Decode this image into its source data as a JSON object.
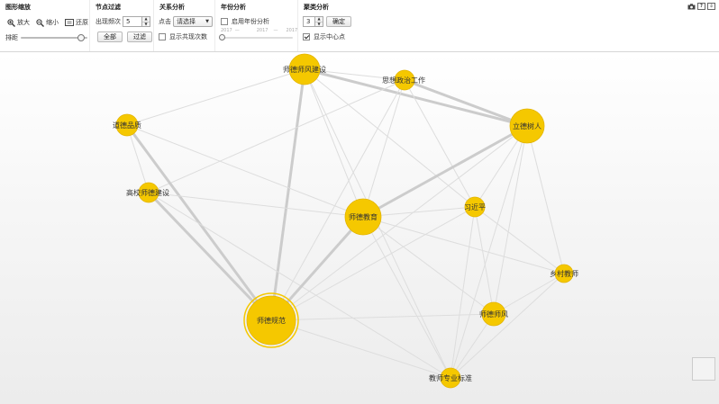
{
  "toolbar": {
    "zoom": {
      "title": "图形缩放",
      "zoom_in": "放大",
      "zoom_out": "缩小",
      "reset": "还原",
      "spacing_label": "排距",
      "spacing_level": 0.95
    },
    "node_filter": {
      "title": "节点过滤",
      "freq_label": "出现频次",
      "freq_value": "5",
      "all_button": "全部",
      "filter_button": "过滤"
    },
    "relation": {
      "title": "关系分析",
      "point_label": "点击",
      "select_value": "请选择",
      "show_count_label": "显示共现次数",
      "show_count_checked": false
    },
    "year": {
      "title": "年份分析",
      "enable_label": "启用年份分析",
      "enable_checked": false,
      "year_start": "2017",
      "year_mid": "2017",
      "year_end": "2017"
    },
    "cluster": {
      "title": "聚类分析",
      "cluster_value": "3",
      "confirm_button": "确定",
      "show_center_label": "显示中心点",
      "show_center_checked": true
    },
    "icons": [
      "camera-icon",
      "help-icon",
      "export-icon"
    ]
  },
  "graph": {
    "node_color": "#f5c800",
    "node_stroke": "#e3b400",
    "edge_color": "#cfcfcf",
    "nodes": [
      {
        "id": "n1",
        "label": "师德师风建设"
      },
      {
        "id": "n2",
        "label": "思想政治工作"
      },
      {
        "id": "n3",
        "label": "立德树人"
      },
      {
        "id": "n4",
        "label": "道德品质"
      },
      {
        "id": "n5",
        "label": "高校师德建设"
      },
      {
        "id": "n6",
        "label": "师德教育"
      },
      {
        "id": "n7",
        "label": "习近平"
      },
      {
        "id": "n8",
        "label": "乡村教师"
      },
      {
        "id": "n9",
        "label": "师德规范"
      },
      {
        "id": "n10",
        "label": "师德师风"
      },
      {
        "id": "n11",
        "label": "教师专业标准"
      }
    ],
    "edges": [
      [
        "n1",
        "n2"
      ],
      [
        "n1",
        "n3"
      ],
      [
        "n1",
        "n9"
      ],
      [
        "n1",
        "n6"
      ],
      [
        "n1",
        "n7"
      ],
      [
        "n1",
        "n4"
      ],
      [
        "n1",
        "n11"
      ],
      [
        "n2",
        "n3"
      ],
      [
        "n2",
        "n6"
      ],
      [
        "n2",
        "n7"
      ],
      [
        "n2",
        "n9"
      ],
      [
        "n2",
        "n5"
      ],
      [
        "n3",
        "n6"
      ],
      [
        "n3",
        "n7"
      ],
      [
        "n3",
        "n9"
      ],
      [
        "n3",
        "n10"
      ],
      [
        "n3",
        "n8"
      ],
      [
        "n3",
        "n11"
      ],
      [
        "n4",
        "n5"
      ],
      [
        "n4",
        "n9"
      ],
      [
        "n4",
        "n6"
      ],
      [
        "n5",
        "n9"
      ],
      [
        "n5",
        "n6"
      ],
      [
        "n5",
        "n11"
      ],
      [
        "n6",
        "n7"
      ],
      [
        "n6",
        "n9"
      ],
      [
        "n6",
        "n10"
      ],
      [
        "n6",
        "n8"
      ],
      [
        "n6",
        "n11"
      ],
      [
        "n7",
        "n10"
      ],
      [
        "n7",
        "n8"
      ],
      [
        "n7",
        "n9"
      ],
      [
        "n7",
        "n11"
      ],
      [
        "n9",
        "n10"
      ],
      [
        "n9",
        "n11"
      ],
      [
        "n10",
        "n11"
      ],
      [
        "n10",
        "n8"
      ],
      [
        "n8",
        "n11"
      ]
    ],
    "thick_edges": [
      [
        "n1",
        "n3"
      ],
      [
        "n2",
        "n3"
      ],
      [
        "n4",
        "n9"
      ],
      [
        "n5",
        "n9"
      ],
      [
        "n1",
        "n9"
      ],
      [
        "n3",
        "n6"
      ],
      [
        "n6",
        "n9"
      ]
    ]
  }
}
